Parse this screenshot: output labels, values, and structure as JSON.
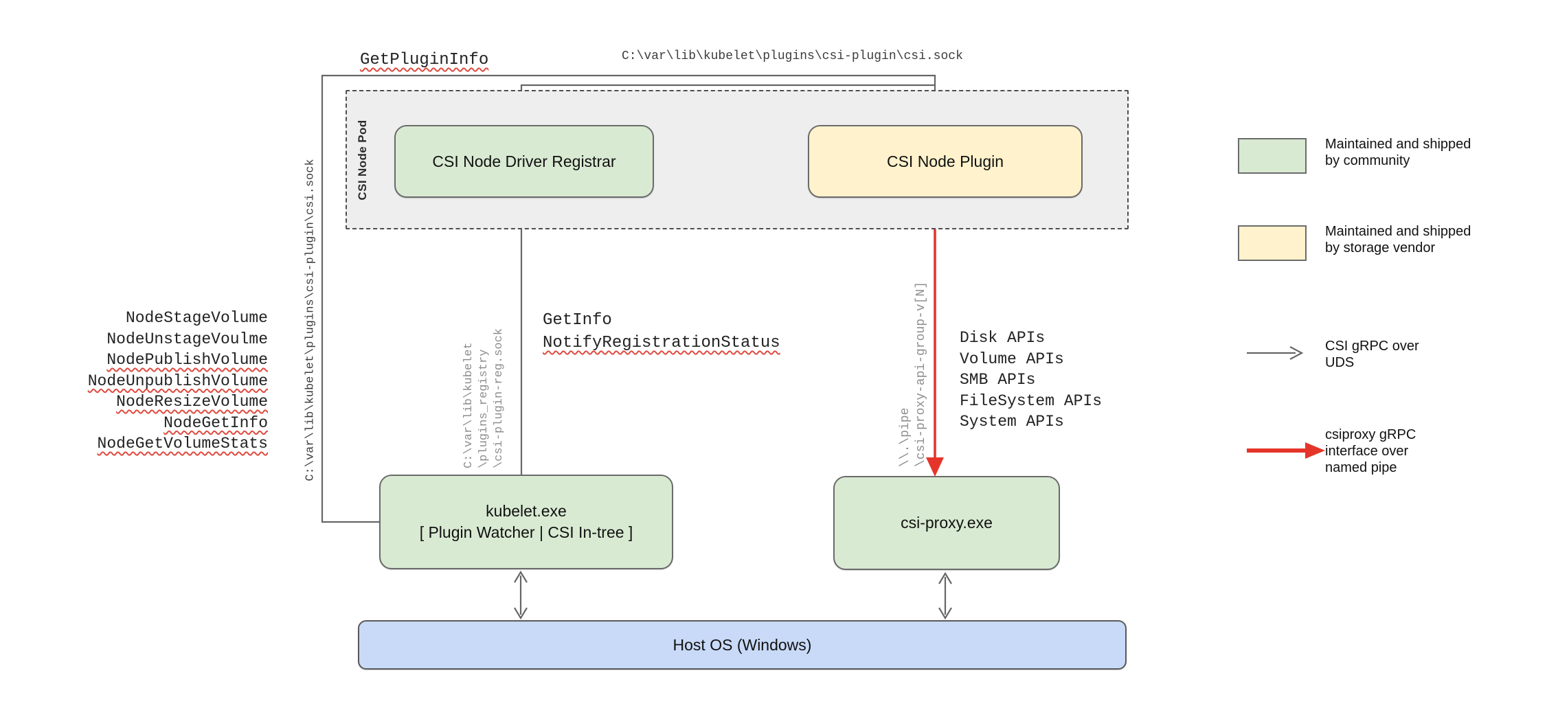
{
  "colors": {
    "community_green": "#d9ead3",
    "vendor_yellow": "#fff2cc",
    "host_blue": "#c9daf8",
    "pod_background": "#eeeeee",
    "arrow_gray": "#666666",
    "arrow_red": "#e5352b",
    "squiggle_red": "#e04a3f"
  },
  "top": {
    "get_plugin_info": "GetPluginInfo",
    "csi_socket_path": "C:\\var\\lib\\kubelet\\plugins\\csi-plugin\\csi.sock"
  },
  "pod": {
    "label": "CSI Node Pod",
    "registrar_label": "CSI Node Driver Registrar",
    "plugin_label": "CSI Node Plugin"
  },
  "boxes": {
    "kubelet_title": "kubelet.exe",
    "kubelet_subtitle": "[ Plugin Watcher | CSI In-tree ]",
    "csi_proxy": "csi-proxy.exe",
    "host_os": "Host OS (Windows)"
  },
  "left_methods": {
    "items": [
      {
        "label": "NodeStageVolume",
        "squiggle": false
      },
      {
        "label": "NodeUnstageVoulme",
        "squiggle": false
      },
      {
        "label": "NodePublishVolume",
        "squiggle": true
      },
      {
        "label": "NodeUnpublishVolume",
        "squiggle": true
      },
      {
        "label": "NodeResizeVolume",
        "squiggle": true
      },
      {
        "label": "NodeGetInfo",
        "squiggle": true
      },
      {
        "label": "NodeGetVolumeStats",
        "squiggle": true
      }
    ]
  },
  "registration": {
    "get_info": "GetInfo",
    "notify_registration_status": "NotifyRegistrationStatus"
  },
  "sockets": {
    "kubelet_plugin_socket_vertical": "C:\\var\\lib\\kubelet\\plugins\\csi-plugin\\csi.sock",
    "registry_socket_lines": [
      "C:\\var\\lib\\kubelet",
      "\\plugins_registry",
      "\\csi-plugin-reg.sock"
    ],
    "named_pipe_lines": [
      "\\\\.\\pipe",
      "\\csi-proxy-api-group-v[N]"
    ]
  },
  "proxy_apis": {
    "items": [
      "Disk APIs",
      "Volume APIs",
      "SMB APIs",
      "FileSystem APIs",
      "System APIs"
    ]
  },
  "legend": {
    "community": "Maintained and shipped\nby community",
    "vendor": "Maintained and shipped\nby storage vendor",
    "uds": "CSI gRPC over\nUDS",
    "named_pipe": "csiproxy gRPC\ninterface over\nnamed pipe"
  }
}
